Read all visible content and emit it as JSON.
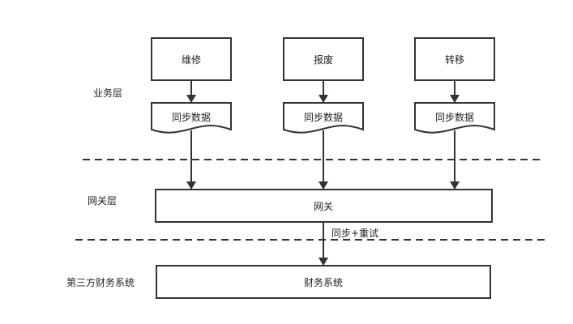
{
  "layers": {
    "business": "业务层",
    "gateway": "网关层",
    "third_party": "第三方财务系统"
  },
  "business_nodes": [
    {
      "label": "维修",
      "doc_label": "同步数据"
    },
    {
      "label": "报废",
      "doc_label": "同步数据"
    },
    {
      "label": "转移",
      "doc_label": "同步数据"
    }
  ],
  "gateway": {
    "label": "网关"
  },
  "edge_gateway_to_finance": {
    "label": "同步+重试"
  },
  "finance": {
    "label": "财务系统"
  },
  "colors": {
    "stroke": "#333333",
    "background": "#ffffff"
  }
}
